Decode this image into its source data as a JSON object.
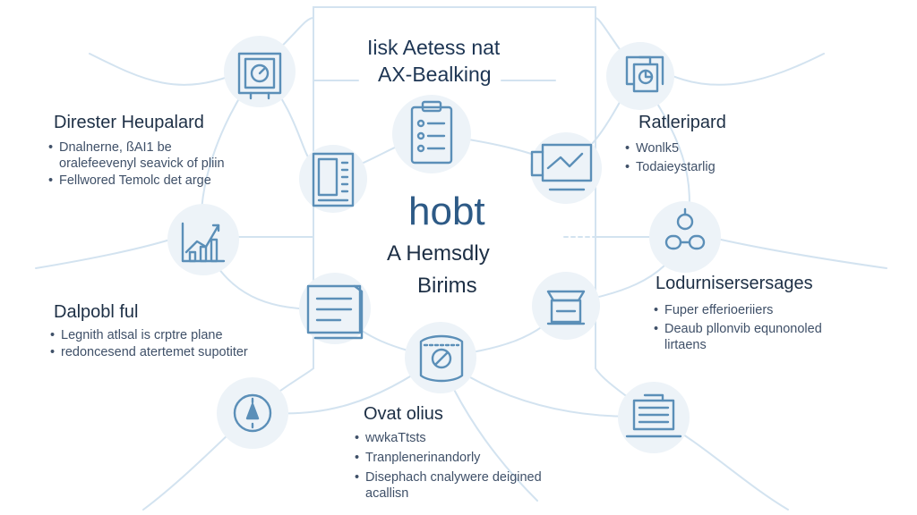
{
  "header": {
    "title_line1": "Iisk Aetess nat",
    "title_line2": "AX-Bealking"
  },
  "center": {
    "big": "hobt",
    "line1": "A Hemsdly",
    "line2": "Birims"
  },
  "sections": {
    "left_top": {
      "title": "Direster Heupalard",
      "bullets": [
        [
          "Dnalnerne, ßAI1 be",
          "oralefeevenyl seavick of pliin"
        ],
        [
          "Fellwored Temolc det arge"
        ]
      ]
    },
    "left_bottom": {
      "title": "Dalpobl ful",
      "bullets": [
        [
          "Legnith atlsal is crptre plane"
        ],
        [
          "redoncesend atertemet supotiter"
        ]
      ]
    },
    "right_top": {
      "title": "Ratleripard",
      "bullets": [
        [
          "Wonlk5"
        ],
        [
          "Todaieystarlig"
        ]
      ]
    },
    "right_mid": {
      "title": "Lodurnisersersages",
      "bullets": [
        [
          "Fuper efferioeriiers"
        ],
        [
          "Deaub pllonvib equnonoled",
          "lirtaens"
        ]
      ]
    },
    "bottom": {
      "title": "Ovat olius",
      "bullets": [
        [
          "wwkaTtsts"
        ],
        [
          "Tranplenerinandorly"
        ],
        [
          "Disephach cnalywere deigined",
          "acallisn"
        ]
      ]
    }
  },
  "icons": {
    "top_left": "gauge-document-icon",
    "top_right": "document-stack-icon",
    "left_mid": "server-rack-icon",
    "left": "trend-chart-icon",
    "center_top": "checklist-icon",
    "center_right": "monitor-chart-icon",
    "right": "link-nodes-icon",
    "center_left": "text-document-icon",
    "right_low": "printer-icon",
    "center_bottom": "badge-certificate-icon",
    "bottom_left": "compass-icon",
    "bottom_right": "database-panel-icon"
  },
  "colors": {
    "line": "#d3e3f0",
    "icon_stroke": "#5b8fb8",
    "icon_fill": "#edf3f8",
    "text": "#1f3147",
    "accent": "#2d5a86"
  }
}
